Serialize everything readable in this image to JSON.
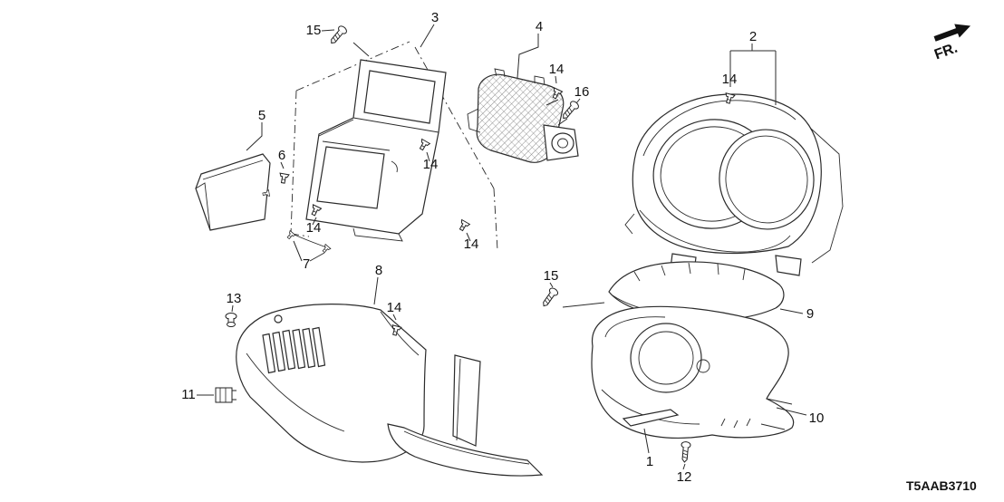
{
  "diagram": {
    "code": "T5AAB3710",
    "direction": "FR.",
    "callouts": {
      "n1": "1",
      "n2": "2",
      "n3": "3",
      "n4": "4",
      "n5": "5",
      "n6": "6",
      "n7": "7",
      "n8": "8",
      "n9": "9",
      "n10": "10",
      "n11": "11",
      "n12": "12",
      "n13": "13",
      "n14a": "14",
      "n14b": "14",
      "n14c": "14",
      "n14d": "14",
      "n14e": "14",
      "n14f": "14",
      "n15a": "15",
      "n15b": "15",
      "n16": "16"
    }
  }
}
